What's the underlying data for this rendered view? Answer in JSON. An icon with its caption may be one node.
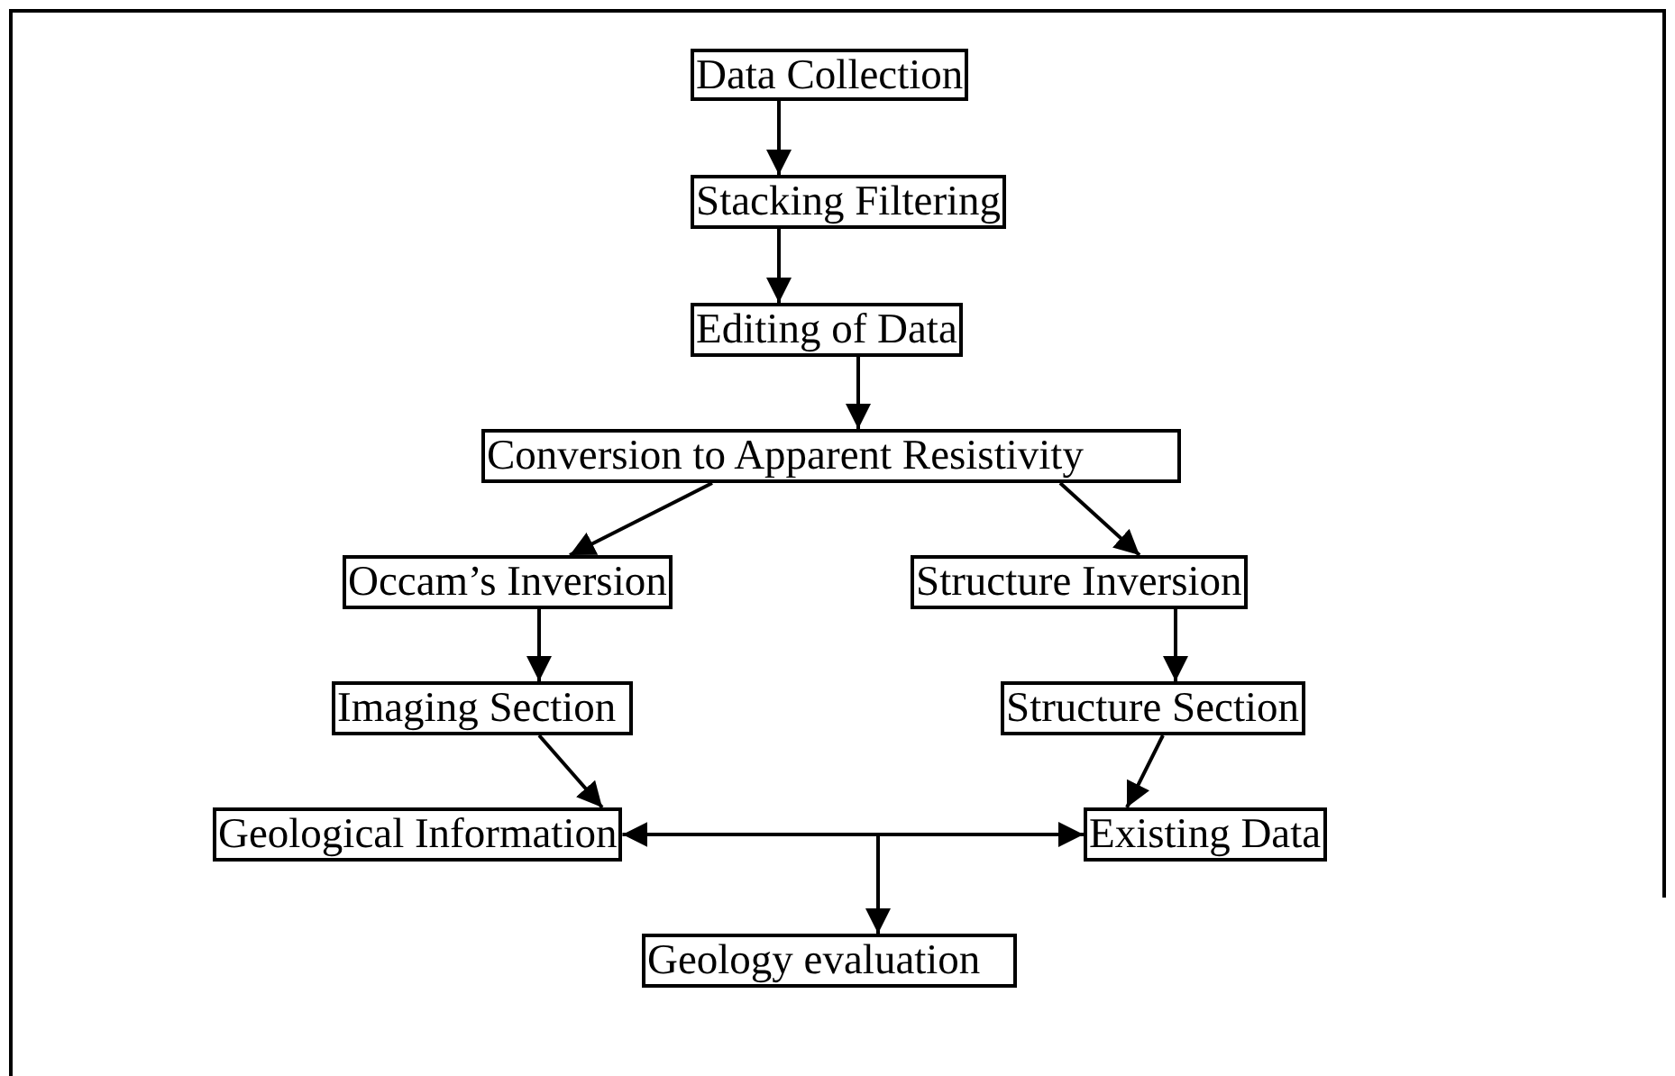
{
  "diagram": {
    "nodes": [
      {
        "text": [
          "Data Collection"
        ]
      },
      {
        "text": [
          "Stacking Filtering"
        ]
      },
      {
        "text": [
          "Editing of Data"
        ]
      },
      {
        "text": [
          "Conversion to Apparent Resistivity"
        ]
      },
      {
        "text": [
          "Occam’s Inversion"
        ]
      },
      {
        "text": [
          "Structure Inversion"
        ]
      },
      {
        "text": [
          "Imaging Section"
        ]
      },
      {
        "text": [
          "Structure Section"
        ]
      },
      {
        "text": [
          "Geological Information"
        ]
      },
      {
        "text": [
          "Existing Data"
        ]
      },
      {
        "text": [
          "Geology evaluation"
        ]
      }
    ],
    "edges": [
      {
        "from": 0,
        "to": 1,
        "arrow": "to"
      },
      {
        "from": 1,
        "to": 2,
        "arrow": "to"
      },
      {
        "from": 2,
        "to": 3,
        "arrow": "to"
      },
      {
        "from": 3,
        "to": 4,
        "arrow": "to"
      },
      {
        "from": 3,
        "to": 5,
        "arrow": "to"
      },
      {
        "from": 4,
        "to": 6,
        "arrow": "to"
      },
      {
        "from": 5,
        "to": 7,
        "arrow": "to"
      },
      {
        "from": 6,
        "to": 8,
        "arrow": "to"
      },
      {
        "from": 7,
        "to": 9,
        "arrow": "to"
      },
      {
        "from": 8,
        "to": 9,
        "arrow": "both"
      },
      {
        "from": null,
        "to": 10,
        "arrow": "to"
      }
    ]
  }
}
